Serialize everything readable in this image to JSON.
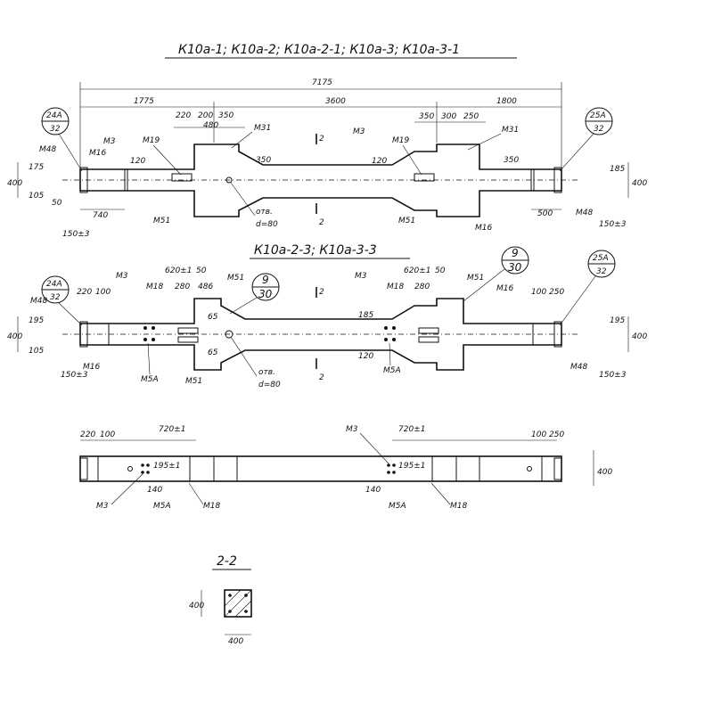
{
  "titles": {
    "top": "К10а-1; К10а-2; К10а-2-1; К10а-3; К10а-3-1",
    "middle": "К10а-2-3; К10а-3-3",
    "section": "2-2"
  },
  "top_view": {
    "overall": "7175",
    "d_left": "1775",
    "d_mid": "3600",
    "d_right": "1800",
    "d220": "220",
    "d200": "200",
    "d350": "350",
    "d480": "480",
    "d350b": "350",
    "d300": "300",
    "d250": "250",
    "d400": "400",
    "d175": "175",
    "d105": "105",
    "d50": "50",
    "d1503": "150±3",
    "d740": "740",
    "d500": "500",
    "d120a": "120",
    "d120b": "120",
    "d350v": "350",
    "d350v2": "350",
    "d185": "185",
    "bubble_left_top": "24А",
    "bubble_left_bot": "32",
    "bubble_right_top": "25А",
    "bubble_right_bot": "32",
    "m3": "М3",
    "m16": "М16",
    "m19": "М19",
    "m31": "М31",
    "m48": "М48",
    "m51": "М51",
    "hole_a": "отв.",
    "hole_b": "d=80",
    "sec": "2"
  },
  "middle_view": {
    "bubble_left_top": "24А",
    "bubble_left_bot": "32",
    "bubble_c_top": "9",
    "bubble_c_bot": "30",
    "bubble_c2_top": "9",
    "bubble_c2_bot": "30",
    "bubble_right_top": "25А",
    "bubble_right_bot": "32",
    "d220": "220",
    "d100": "100",
    "d620": "620±1",
    "d50": "50",
    "d280": "280",
    "d486": "486",
    "d250": "250",
    "d400": "400",
    "d105": "105",
    "d195": "195",
    "d1503": "150±3",
    "d65": "65",
    "d185": "185",
    "d120": "120",
    "m3": "М3",
    "m16": "М16",
    "m18": "М18",
    "m48": "М48",
    "m51": "М51",
    "m5a": "М5А",
    "hole_a": "отв.",
    "hole_b": "d=80",
    "sec": "2"
  },
  "bottom_view": {
    "d220": "220",
    "d100": "100",
    "d720": "720±1",
    "d400": "400",
    "d250": "250",
    "d195": "195±1",
    "d140": "140",
    "m3": "М3",
    "m5a": "М5А",
    "m18": "М18"
  },
  "section_view": {
    "d400h": "400",
    "d400v": "400"
  }
}
